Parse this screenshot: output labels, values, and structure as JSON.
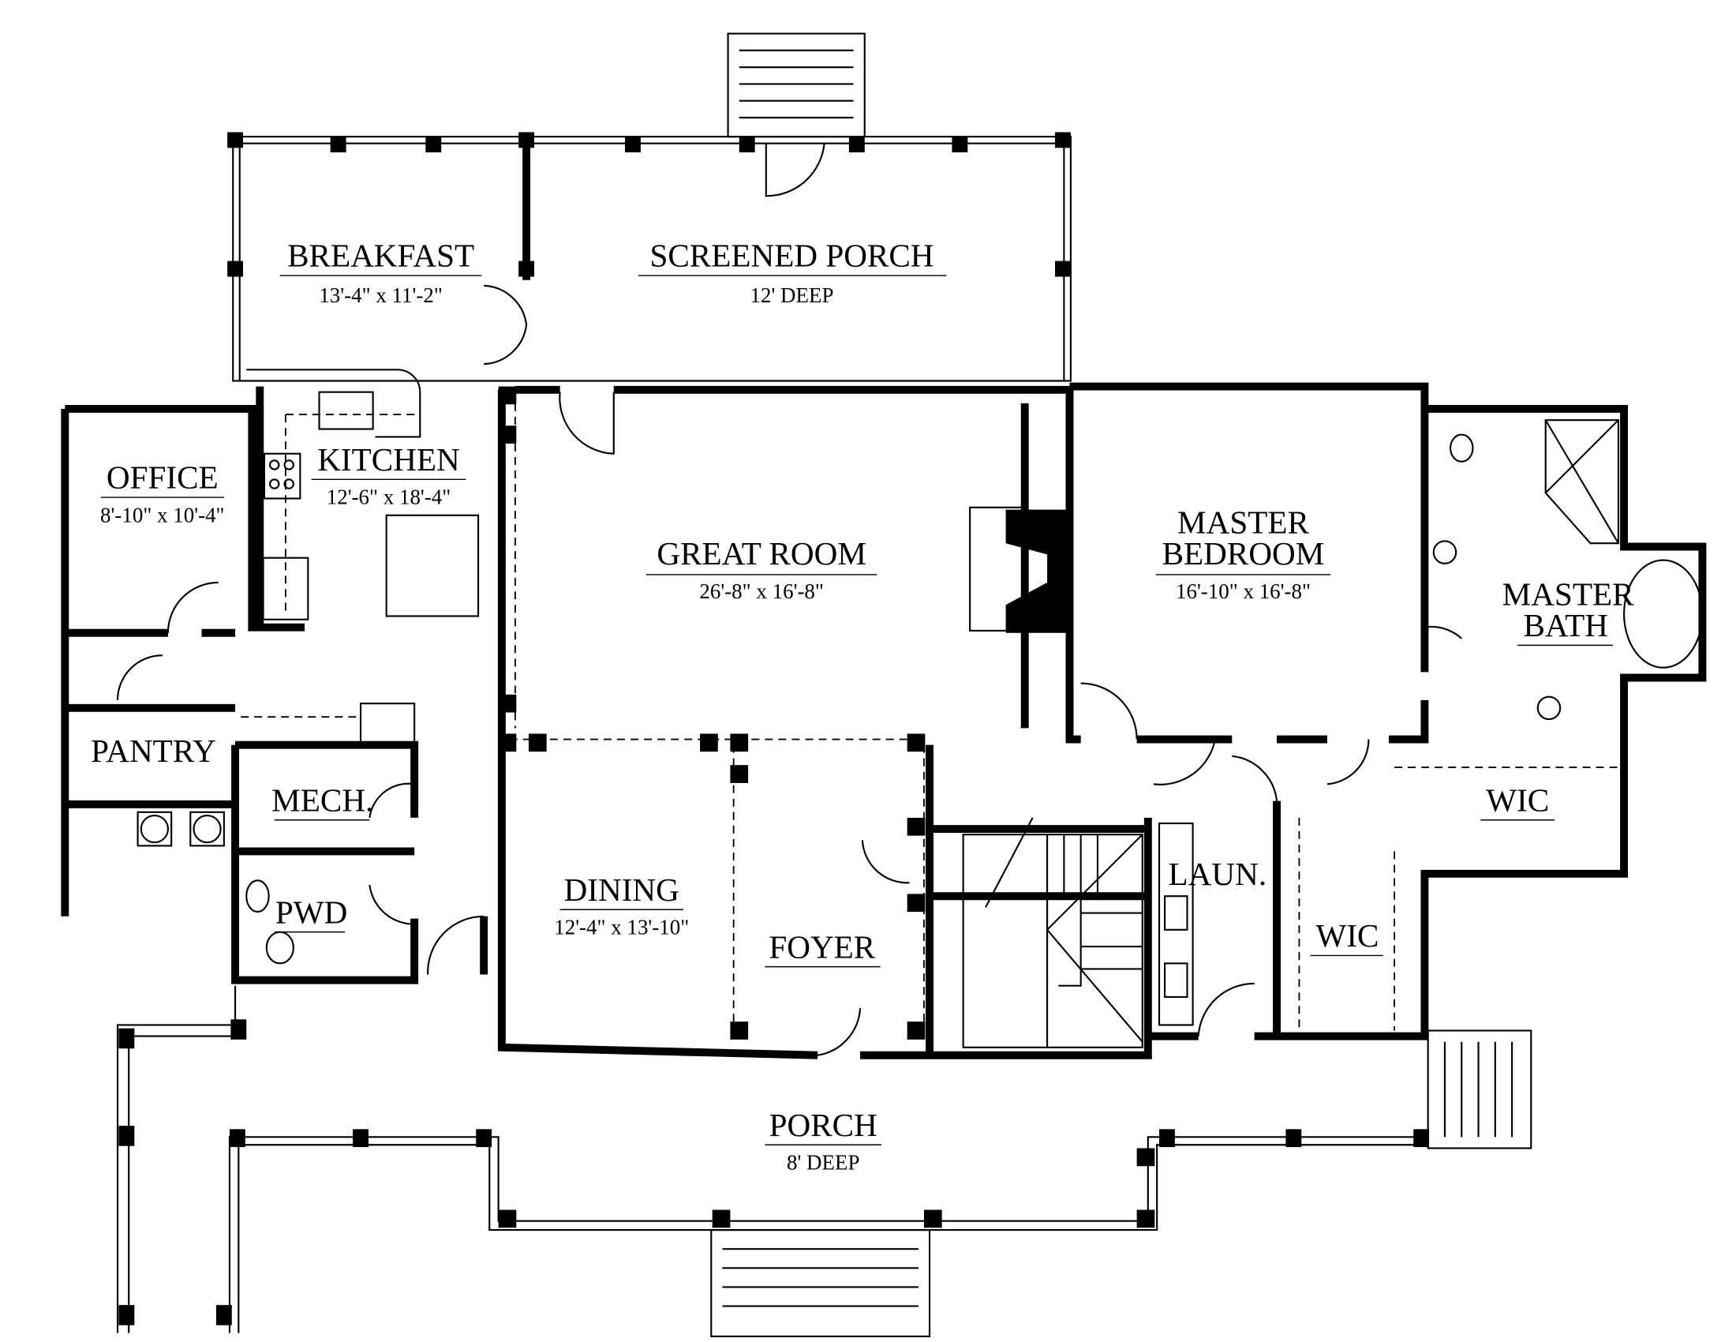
{
  "plan": {
    "rooms": [
      {
        "name": "BREAKFAST",
        "size": "13'-4\" x 11'-2\""
      },
      {
        "name": "SCREENED PORCH",
        "size": "12' DEEP"
      },
      {
        "name": "KITCHEN",
        "size": "12'-6\" x 18'-4\""
      },
      {
        "name": "OFFICE",
        "size": "8'-10\" x 10'-4\""
      },
      {
        "name": "GREAT ROOM",
        "size": "26'-8\" x 16'-8\""
      },
      {
        "name": "MASTER",
        "name2": "BEDROOM",
        "size": "16'-10\" x 16'-8\""
      },
      {
        "name": "MASTER",
        "name2": "BATH"
      },
      {
        "name": "PANTRY"
      },
      {
        "name": "MECH."
      },
      {
        "name": "PWD"
      },
      {
        "name": "DINING",
        "size": "12'-4\" x 13'-10\""
      },
      {
        "name": "FOYER"
      },
      {
        "name": "LAUN."
      },
      {
        "name": "WIC"
      },
      {
        "name": "WIC"
      },
      {
        "name": "PORCH",
        "size": "8' DEEP"
      }
    ]
  }
}
